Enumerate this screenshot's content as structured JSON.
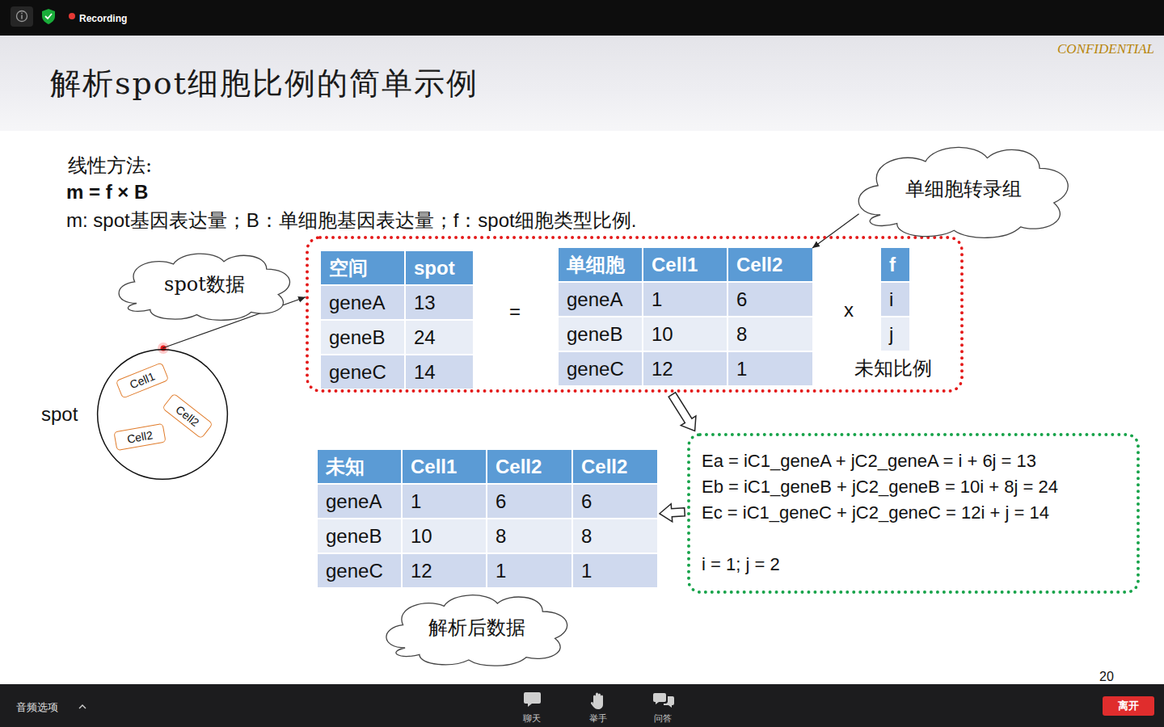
{
  "diagram": {
    "title": "解析spot细胞比例的简单示例",
    "nodes": [
      {
        "text": [
          "spot数据"
        ]
      },
      {
        "text": [
          "=",
          "x",
          "未知比例"
        ]
      },
      {
        "text": [
          "空间",
          "spot",
          "geneA",
          "13",
          "geneB",
          "24",
          "geneC",
          "14"
        ],
        "in": 1
      },
      {
        "text": [
          "单细胞",
          "Cell1",
          "Cell2",
          "geneA",
          "1",
          "6",
          "geneB",
          "10",
          "8",
          "geneC",
          "12",
          "1"
        ],
        "in": 1
      },
      {
        "text": [
          "f",
          "i",
          "j"
        ],
        "in": 1
      },
      {
        "text": [
          "单细胞转录组"
        ]
      },
      {
        "text": [
          "spot"
        ]
      },
      {
        "text": [
          "Cell1"
        ],
        "in": 6
      },
      {
        "text": [
          "Cell2"
        ],
        "in": 6
      },
      {
        "text": [
          "Cell2"
        ],
        "in": 6
      },
      {
        "text": [
          "Ea = iC1_geneA + jC2_geneA = i + 6j = 13",
          "Eb = iC1_geneB + jC2_geneB = 10i + 8j = 24",
          "Ec = iC1_geneC + jC2_geneC = 12i + j = 14",
          "i = 1; j = 2"
        ]
      },
      {
        "text": [
          "未知",
          "Cell1",
          "Cell2",
          "Cell2",
          "geneA",
          "1",
          "6",
          "6",
          "geneB",
          "10",
          "8",
          "8",
          "geneC",
          "12",
          "1",
          "1"
        ]
      },
      {
        "text": [
          "解析后数据"
        ]
      }
    ],
    "edges": [
      {
        "from": 6,
        "to": 1,
        "arrow": "to"
      },
      {
        "from": 5,
        "to": 3,
        "arrow": "to"
      },
      {
        "from": 1,
        "to": 10,
        "arrow": "to"
      },
      {
        "from": 10,
        "to": 11,
        "arrow": "to"
      }
    ],
    "labels": [
      "Recording",
      "CONFIDENTIAL",
      "线性方法:",
      "m = f × B",
      "m: spot基因表达量；B：单细胞基因表达量；f：spot细胞类型比例.",
      "20",
      "音频选项",
      "聊天",
      "举手",
      "问答",
      "离开"
    ]
  }
}
